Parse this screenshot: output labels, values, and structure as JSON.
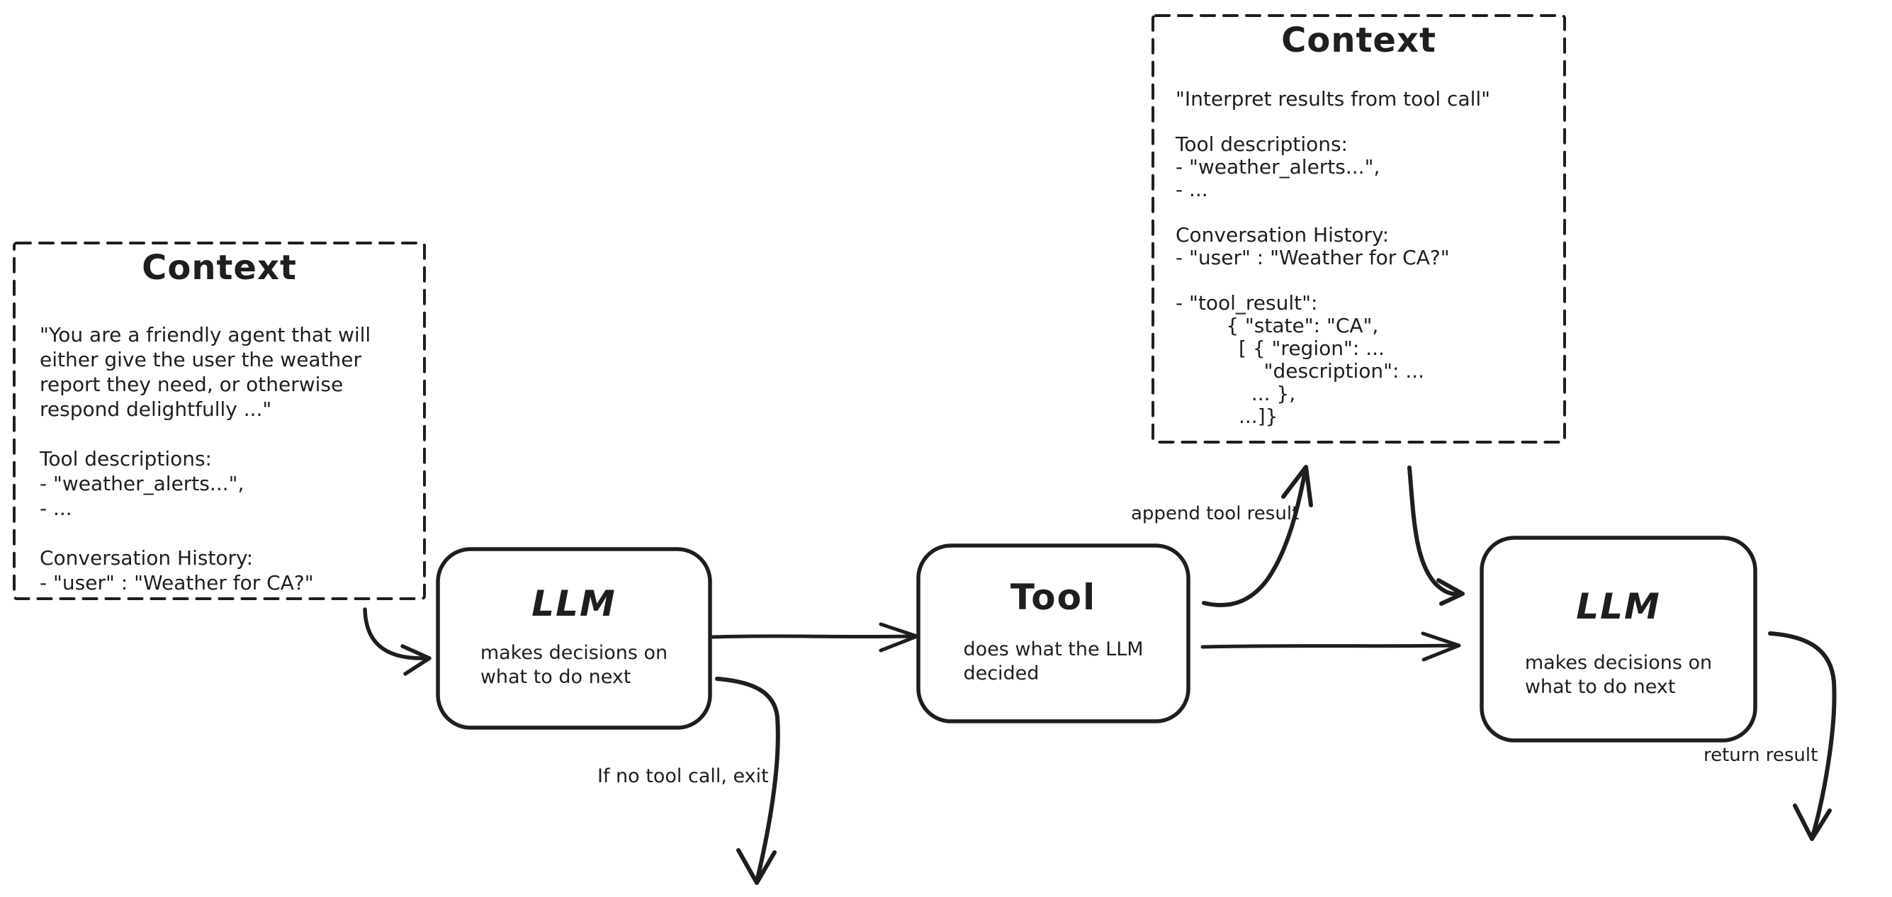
{
  "colors": {
    "ink": "#1e1e1e",
    "background": "#ffffff"
  },
  "context_left": {
    "title": "Context",
    "body": "\"You are a friendly agent that will\neither give the user the weather\nreport they need, or otherwise\nrespond delightfully ...\"\n\nTool descriptions:\n- \"weather_alerts...\",\n- ...\n\nConversation History:\n- \"user\" : \"Weather for CA?\""
  },
  "context_right": {
    "title": "Context",
    "body": "\"Interpret results from tool call\"\n\nTool descriptions:\n- \"weather_alerts...\",\n- ...\n\nConversation History:\n- \"user\" : \"Weather for CA?\"\n\n- \"tool_result\":\n        { \"state\": \"CA\",\n          [ { \"region\": ...\n              \"description\": ...\n            ... },\n          ...]}"
  },
  "nodes": {
    "llm_first": {
      "title": "LLM",
      "description": "makes decisions on\nwhat to do next"
    },
    "tool": {
      "title": "Tool",
      "description": "does what the LLM\ndecided"
    },
    "llm_second": {
      "title": "LLM",
      "description": "makes decisions on\nwhat to do next"
    }
  },
  "edge_labels": {
    "append_tool_result": "append tool result",
    "if_no_tool_call_exit": "If no tool call, exit",
    "return_result": "return result"
  }
}
